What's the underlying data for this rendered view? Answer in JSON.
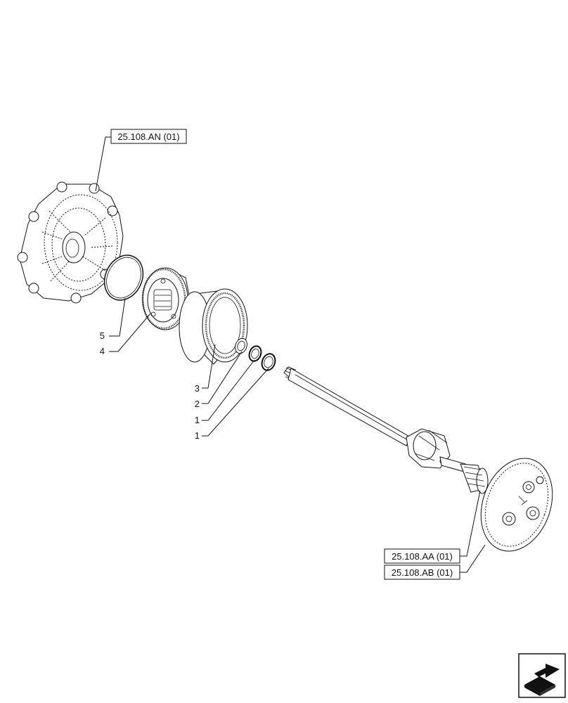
{
  "references": {
    "hub_housing": "25.108.AN (01)",
    "axle_lower_1": "25.108.AA (01)",
    "axle_lower_2": "25.108.AB (01)"
  },
  "callouts": {
    "item_5": "5",
    "item_4": "4",
    "item_3": "3",
    "item_2": "2",
    "item_1a": "1",
    "item_1b": "1"
  },
  "icons": {
    "nav": "next-page-arrow-icon"
  }
}
